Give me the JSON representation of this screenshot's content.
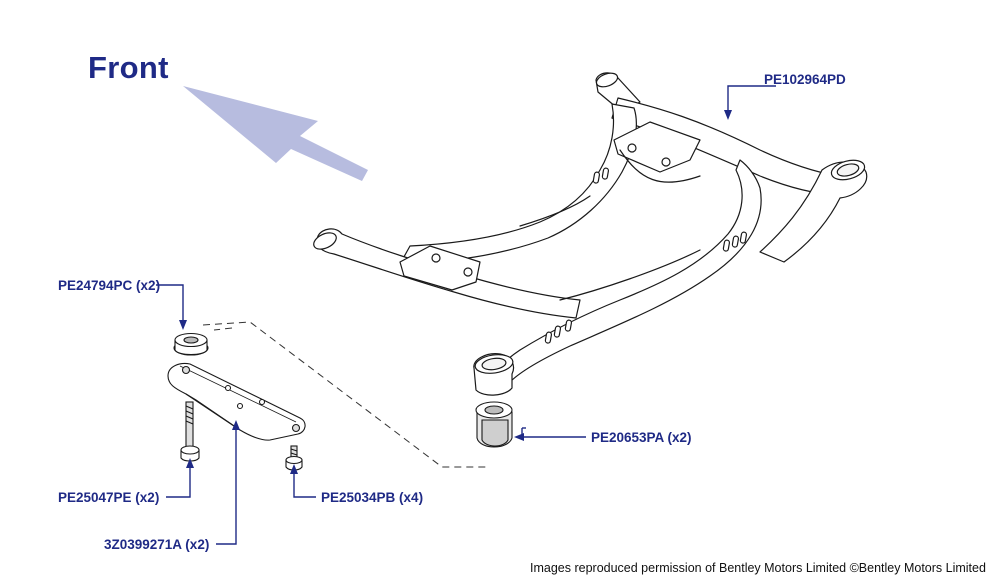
{
  "diagram": {
    "direction_label": "Front",
    "parts": [
      {
        "id": "PE102964PD",
        "label": "PE102964PD"
      },
      {
        "id": "PE24794PC",
        "label": "PE24794PC (x2)"
      },
      {
        "id": "PE20653PA",
        "label": "PE20653PA (x2)"
      },
      {
        "id": "PE25047PE",
        "label": "PE25047PE (x2)"
      },
      {
        "id": "PE25034PB",
        "label": "PE25034PB (x4)"
      },
      {
        "id": "3Z0399271A",
        "label": "3Z0399271A (x2)"
      }
    ],
    "credit": "Images reproduced permission of Bentley Motors Limited ©Bentley Motors Limited"
  },
  "colors": {
    "label": "#1f2a86",
    "arrow_fill": "#b7bcdf",
    "line_art": "#1a1a1a"
  },
  "icons": {
    "direction_arrow": "front-direction-arrow-icon"
  }
}
